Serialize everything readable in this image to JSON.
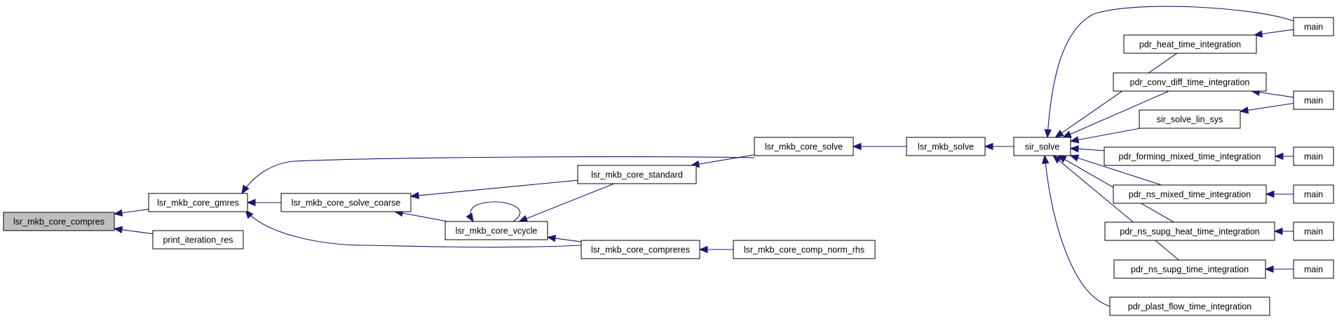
{
  "graph": {
    "nodes": [
      {
        "id": "n_compres",
        "label": "lsr_mkb_core_compres",
        "root": true
      },
      {
        "id": "n_gmres",
        "label": "lsr_mkb_core_gmres"
      },
      {
        "id": "n_print",
        "label": "print_iteration_res"
      },
      {
        "id": "n_coarse",
        "label": "lsr_mkb_core_solve_coarse"
      },
      {
        "id": "n_standard",
        "label": "lsr_mkb_core_standard"
      },
      {
        "id": "n_vcycle",
        "label": "lsr_mkb_core_vcycle"
      },
      {
        "id": "n_compreres",
        "label": "lsr_mkb_core_compreres"
      },
      {
        "id": "n_coresolve",
        "label": "lsr_mkb_core_solve"
      },
      {
        "id": "n_normrhs",
        "label": "lsr_mkb_core_comp_norm_rhs"
      },
      {
        "id": "n_mkbsolve",
        "label": "lsr_mkb_solve"
      },
      {
        "id": "n_sirsolve",
        "label": "sir_solve"
      },
      {
        "id": "n_heat",
        "label": "pdr_heat_time_integration"
      },
      {
        "id": "n_convdiff",
        "label": "pdr_conv_diff_time_integration"
      },
      {
        "id": "n_linsys",
        "label": "sir_solve_lin_sys"
      },
      {
        "id": "n_forming",
        "label": "pdr_forming_mixed_time_integration"
      },
      {
        "id": "n_nsmixed",
        "label": "pdr_ns_mixed_time_integration"
      },
      {
        "id": "n_supgheat",
        "label": "pdr_ns_supg_heat_time_integration"
      },
      {
        "id": "n_supg",
        "label": "pdr_ns_supg_time_integration"
      },
      {
        "id": "n_plast",
        "label": "pdr_plast_flow_time_integration"
      },
      {
        "id": "n_main1",
        "label": "main"
      },
      {
        "id": "n_main2",
        "label": "main"
      },
      {
        "id": "n_main3",
        "label": "main"
      },
      {
        "id": "n_main4",
        "label": "main"
      },
      {
        "id": "n_main5",
        "label": "main"
      },
      {
        "id": "n_main6",
        "label": "main"
      }
    ],
    "edges": [
      {
        "from": "n_gmres",
        "to": "n_compres"
      },
      {
        "from": "n_print",
        "to": "n_compres"
      },
      {
        "from": "n_coarse",
        "to": "n_gmres"
      },
      {
        "from": "n_coresolve",
        "to": "n_gmres"
      },
      {
        "from": "n_compreres",
        "to": "n_gmres"
      },
      {
        "from": "n_standard",
        "to": "n_coarse"
      },
      {
        "from": "n_vcycle",
        "to": "n_coarse"
      },
      {
        "from": "n_vcycle",
        "to": "n_vcycle"
      },
      {
        "from": "n_standard",
        "to": "n_vcycle"
      },
      {
        "from": "n_compreres",
        "to": "n_vcycle"
      },
      {
        "from": "n_coresolve",
        "to": "n_standard"
      },
      {
        "from": "n_normrhs",
        "to": "n_compreres"
      },
      {
        "from": "n_mkbsolve",
        "to": "n_coresolve"
      },
      {
        "from": "n_sirsolve",
        "to": "n_mkbsolve"
      },
      {
        "from": "n_main1",
        "to": "n_sirsolve"
      },
      {
        "from": "n_heat",
        "to": "n_sirsolve"
      },
      {
        "from": "n_convdiff",
        "to": "n_sirsolve"
      },
      {
        "from": "n_linsys",
        "to": "n_sirsolve"
      },
      {
        "from": "n_forming",
        "to": "n_sirsolve"
      },
      {
        "from": "n_nsmixed",
        "to": "n_sirsolve"
      },
      {
        "from": "n_supgheat",
        "to": "n_sirsolve"
      },
      {
        "from": "n_supg",
        "to": "n_sirsolve"
      },
      {
        "from": "n_plast",
        "to": "n_sirsolve"
      },
      {
        "from": "n_main1",
        "to": "n_heat"
      },
      {
        "from": "n_main2",
        "to": "n_convdiff"
      },
      {
        "from": "n_main2",
        "to": "n_linsys"
      },
      {
        "from": "n_main3",
        "to": "n_forming"
      },
      {
        "from": "n_main4",
        "to": "n_nsmixed"
      },
      {
        "from": "n_main5",
        "to": "n_supgheat"
      },
      {
        "from": "n_main6",
        "to": "n_supg"
      }
    ]
  }
}
